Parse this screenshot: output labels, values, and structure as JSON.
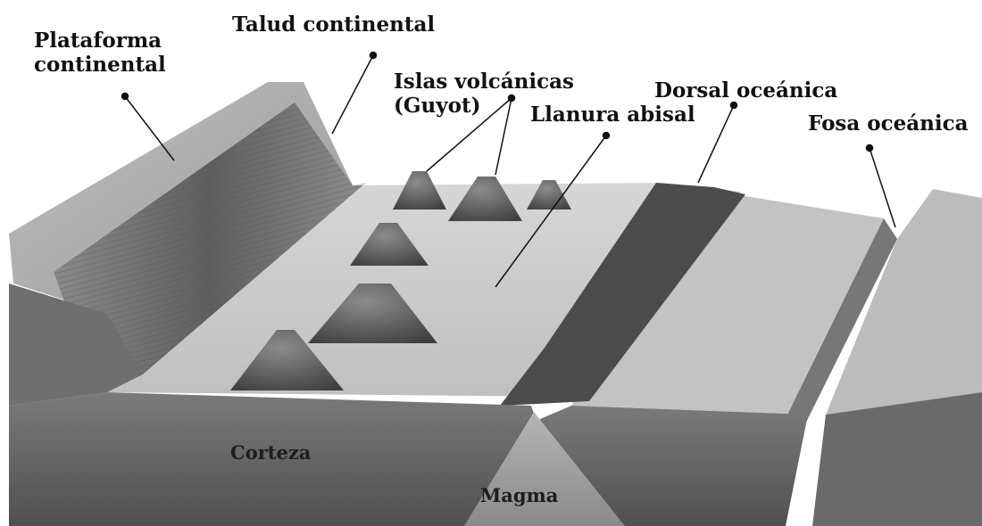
{
  "labels": {
    "plataforma_line1": "Plataforma",
    "plataforma_line2": "continental",
    "talud": "Talud continental",
    "islas_line1": "Islas volcánicas",
    "islas_line2": "(Guyot)",
    "llanura": "Llanura abisal",
    "dorsal": "Dorsal oceánica",
    "fosa": "Fosa oceánica",
    "corteza": "Corteza",
    "magma": "Magma"
  },
  "colors": {
    "shelf_top": "#b0b0b0",
    "shelf_slope": "#7f7f7f",
    "abyssal_plain": "#c9c9c9",
    "ridge": "#4a4a4a",
    "crust": "#6e6e6e",
    "magma": "#9a9a9a",
    "leader": "#111111"
  }
}
